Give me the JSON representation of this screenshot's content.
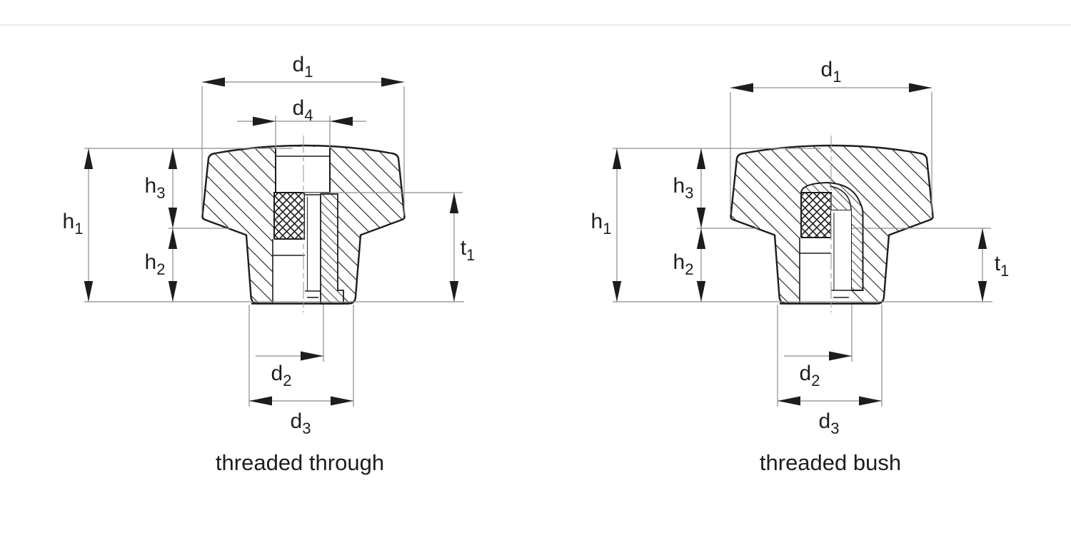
{
  "page": {
    "background": "#ffffff",
    "divider_color": "#e9e9e9"
  },
  "colors": {
    "outline": "#1d1d1b",
    "hatch": "#1d1d1b",
    "dimension_line": "#8c8c8c",
    "arrowhead": "#1d1d1b",
    "centerline": "#9a9a9a",
    "text": "#1d1d1b"
  },
  "figures": {
    "left": {
      "caption": "threaded through",
      "labels": {
        "d1": {
          "base": "d",
          "sub": "1"
        },
        "d4": {
          "base": "d",
          "sub": "4"
        },
        "h1": {
          "base": "h",
          "sub": "1"
        },
        "h3": {
          "base": "h",
          "sub": "3"
        },
        "h2": {
          "base": "h",
          "sub": "2"
        },
        "t1": {
          "base": "t",
          "sub": "1"
        },
        "d2": {
          "base": "d",
          "sub": "2"
        },
        "d3": {
          "base": "d",
          "sub": "3"
        }
      }
    },
    "right": {
      "caption": "threaded bush",
      "labels": {
        "d1": {
          "base": "d",
          "sub": "1"
        },
        "h1": {
          "base": "h",
          "sub": "1"
        },
        "h3": {
          "base": "h",
          "sub": "3"
        },
        "h2": {
          "base": "h",
          "sub": "2"
        },
        "t1": {
          "base": "t",
          "sub": "1"
        },
        "d2": {
          "base": "d",
          "sub": "2"
        },
        "d3": {
          "base": "d",
          "sub": "3"
        }
      }
    }
  }
}
